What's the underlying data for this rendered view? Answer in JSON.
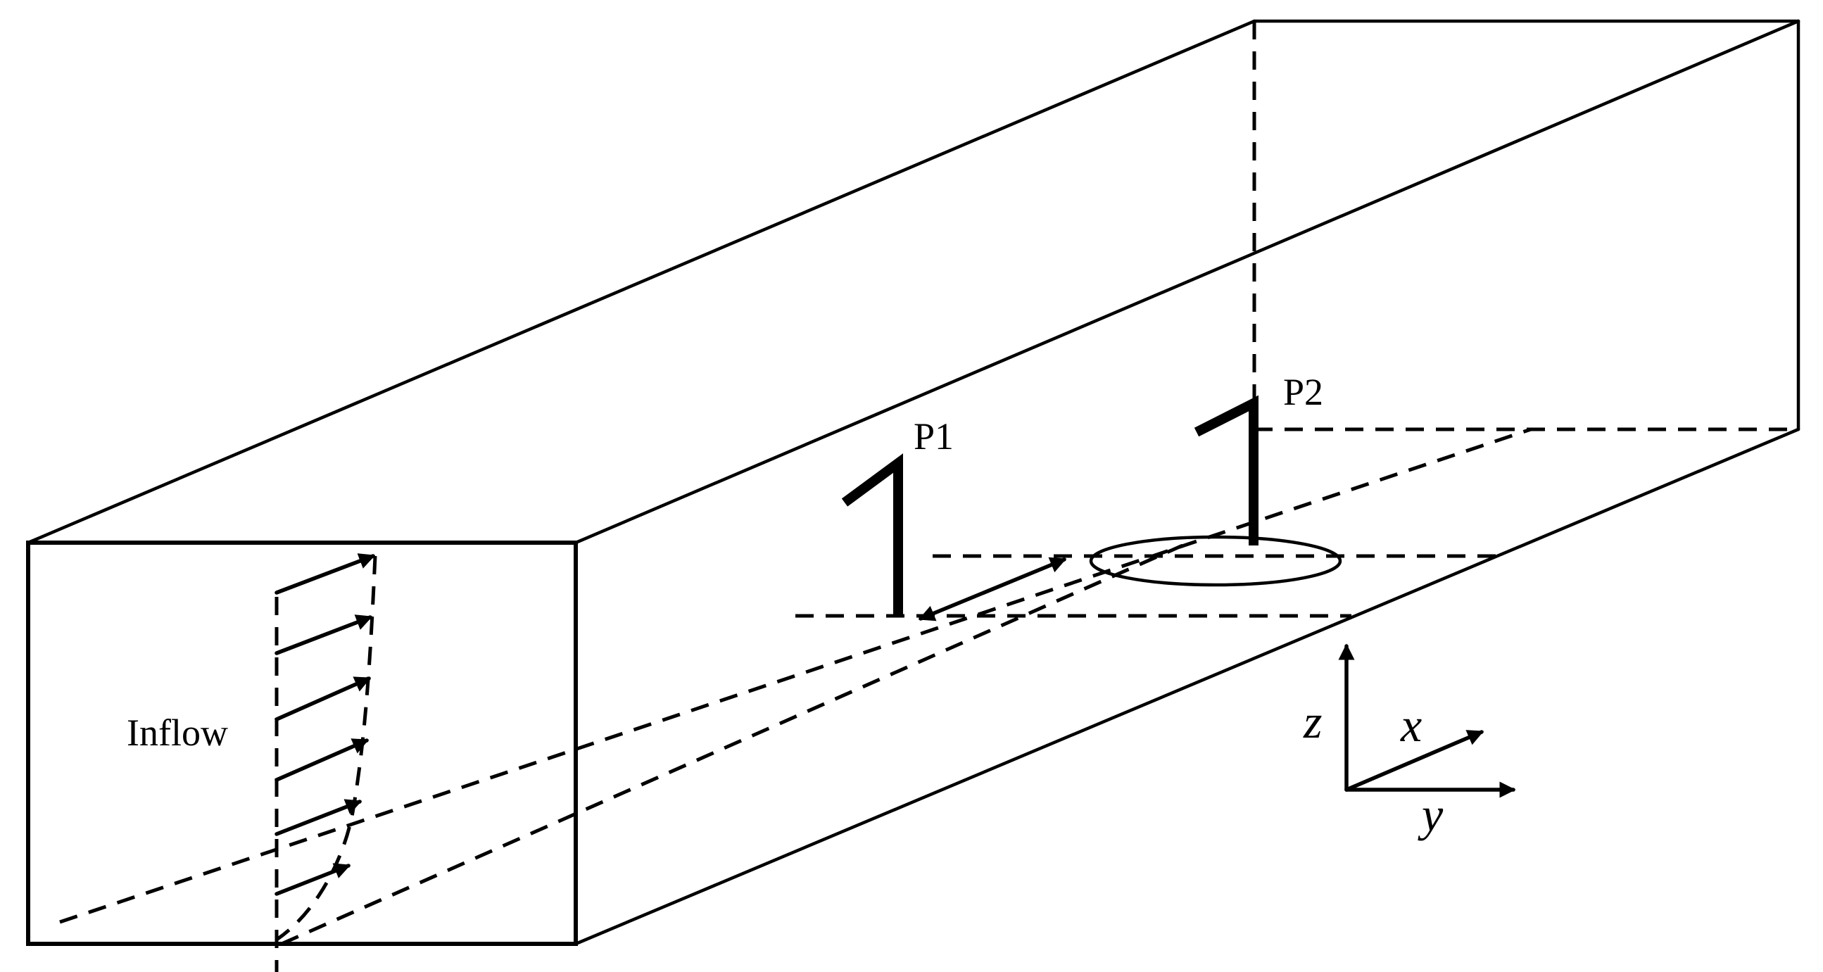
{
  "labels": {
    "inflow": "Inflow",
    "p1": "P1",
    "p2": "P2"
  },
  "axes": {
    "x": "x",
    "y": "y",
    "z": "z"
  }
}
